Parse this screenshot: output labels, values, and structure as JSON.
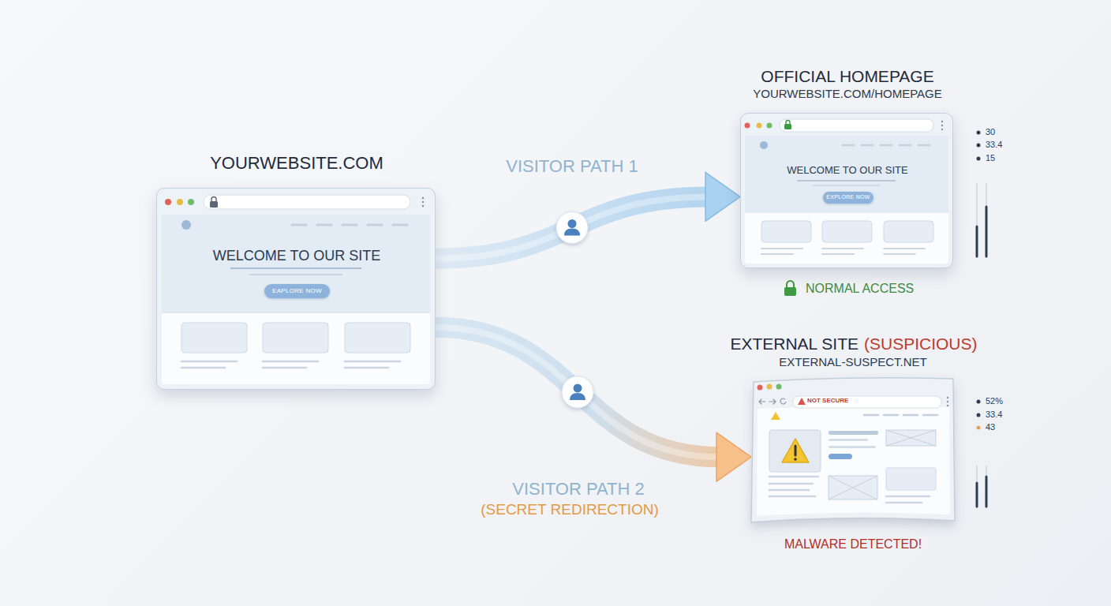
{
  "diagram": {
    "nodes": [
      {
        "text": [
          "YOURWEBSITE.COM",
          "WELCOME TO OUR SITE"
        ]
      },
      {
        "text": [
          "EAPLORE NOW"
        ],
        "in": 0
      },
      {
        "text": [
          "OFFICIAL HOMEPAGE",
          "YOURWEBSITE.COM/HOMEPAGE",
          "WELCOME TO OUR SITE",
          "NORMAL ACCESS"
        ]
      },
      {
        "text": [
          "EXPLORE NOW"
        ],
        "in": 2
      },
      {
        "text": [
          "EXTERNAL SITE",
          "(SUSPICIOUS)",
          "EXTERNAL-SUSPECT.NET",
          "NOT SECURE",
          "MALWARE DETECTED!"
        ]
      }
    ],
    "edges": [
      {
        "from": 0,
        "to": 2,
        "arrow": "to",
        "label": "VISITOR PATH 1"
      },
      {
        "from": 0,
        "to": 4,
        "arrow": "to",
        "label": "VISITOR PATH 2"
      }
    ],
    "labels": [
      "(SECRET REDIRECTION)",
      "30",
      "33.4",
      "15",
      "52%",
      "33.4",
      "43"
    ]
  }
}
